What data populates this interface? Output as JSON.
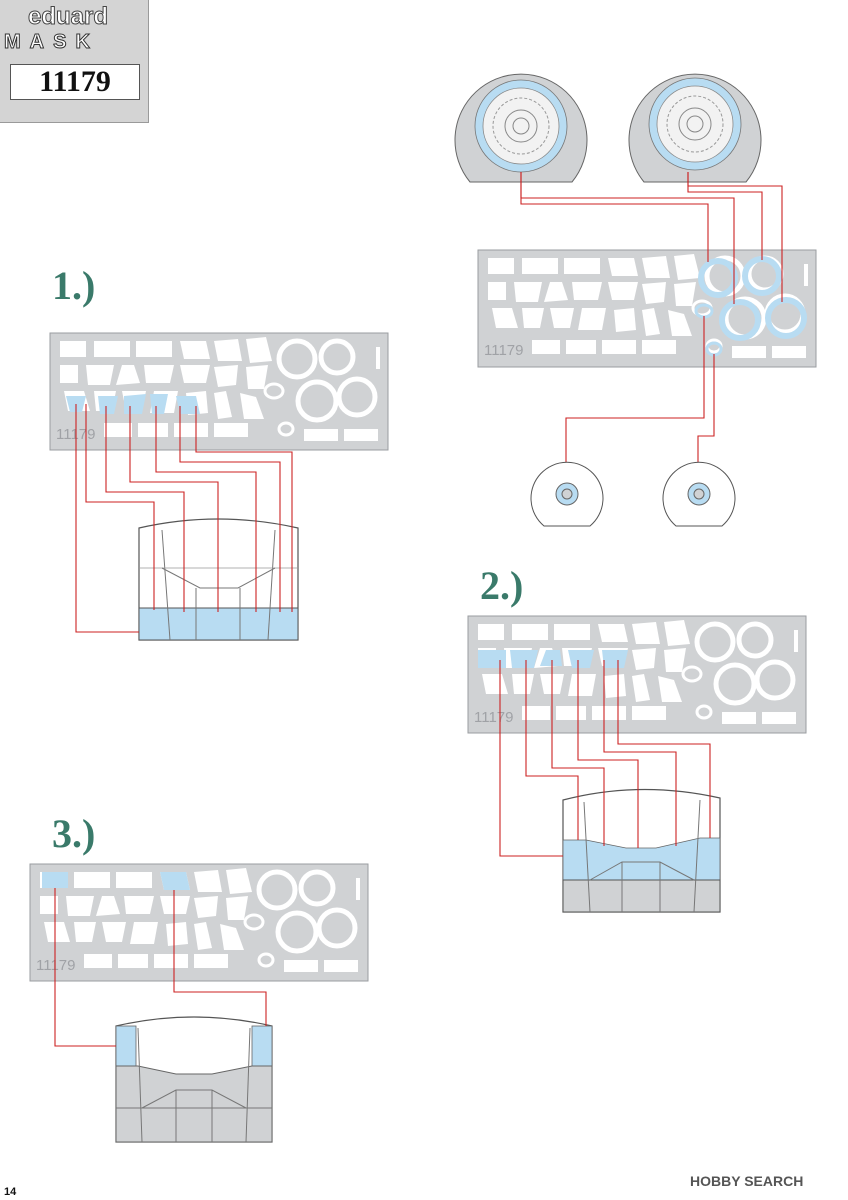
{
  "logo": {
    "brand": "eduard",
    "product": "MASK",
    "code": "11179"
  },
  "steps": {
    "step1": "1.)",
    "step2": "2.)",
    "step3": "3.)"
  },
  "sheet_number": "11179",
  "page_number": "14",
  "watermark": "HOBBY SEARCH",
  "colors": {
    "mask_sheet": "#d0d2d4",
    "masked_area": "#b8dcf2",
    "leader_line": "#cc2222",
    "step_label": "#3a7a6a"
  }
}
